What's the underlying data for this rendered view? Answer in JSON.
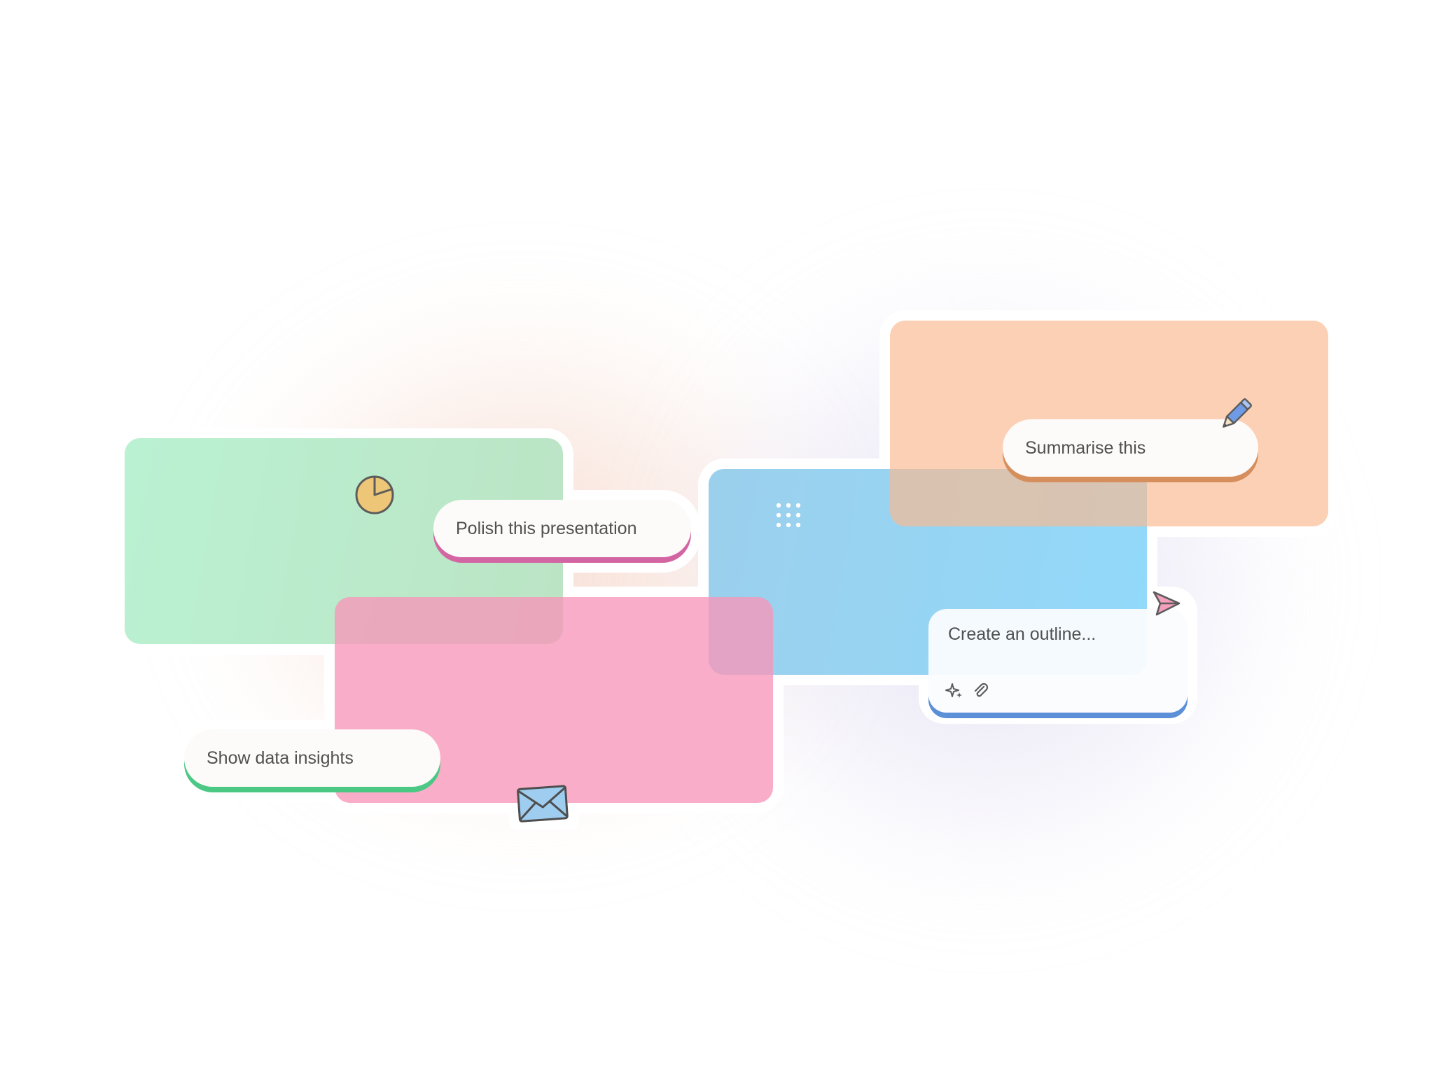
{
  "prompts": {
    "polish": "Polish this presentation",
    "summarise": "Summarise this",
    "insights": "Show data insights",
    "outline": "Create an outline..."
  },
  "colors": {
    "green_card": "#b8ecc8",
    "pink_card": "#f79ab9",
    "blue_card": "#96d2f0",
    "orange_card": "#f9ba91",
    "polish_accent": "#d465a3",
    "summarise_accent": "#d68e5c",
    "insights_accent": "#4cc885",
    "outline_accent": "#5b8fd8"
  },
  "icons": {
    "pie": "pie-chart-icon",
    "dots": "dot-grid-icon",
    "pencil": "pencil-icon",
    "send": "send-icon",
    "sparkle": "sparkle-icon",
    "attach": "paperclip-icon",
    "mail": "envelope-icon"
  }
}
